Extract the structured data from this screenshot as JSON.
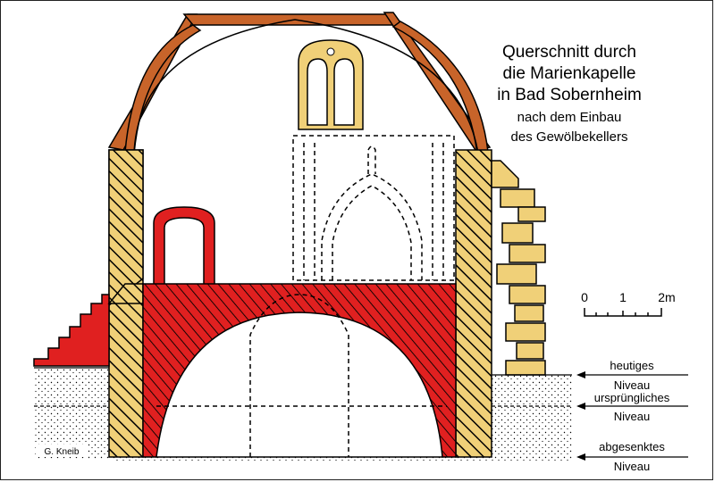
{
  "title": {
    "line1": "Querschnitt durch",
    "line2": "die Marienkapelle",
    "line3": "in Bad Sobernheim",
    "line4": "nach dem Einbau",
    "line5": "des Gewölbekellers"
  },
  "scale_bar": {
    "tick_0": "0",
    "tick_1": "1",
    "tick_2": "2m"
  },
  "levels": [
    {
      "line1": "heutiges",
      "line2": "Niveau"
    },
    {
      "line1": "ursprüngliches",
      "line2": "Niveau"
    },
    {
      "line1": "abgesenktes",
      "line2": "Niveau"
    }
  ],
  "credit": "G. Kneib",
  "colors": {
    "roof_wood": "#c8642a",
    "masonry_yellow": "#f0d078",
    "red_vault": "#e02020",
    "outline": "#000000"
  }
}
